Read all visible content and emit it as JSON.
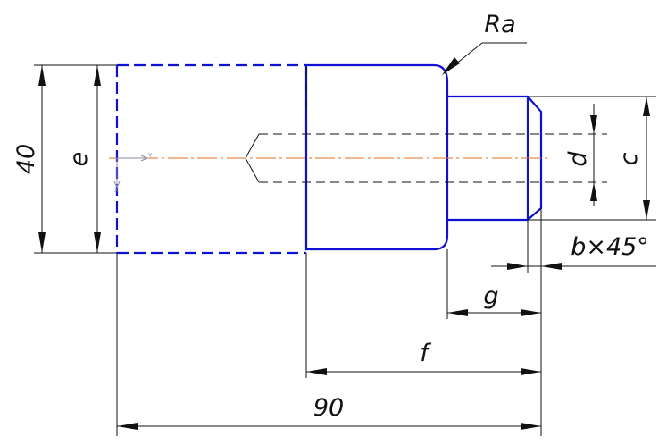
{
  "labels": {
    "dim_40": "40",
    "dim_e": "e",
    "dim_d": "d",
    "dim_c": "c",
    "dim_g": "g",
    "dim_f": "f",
    "dim_90": "90",
    "chamfer": "b×45°",
    "roughness": "Ra"
  },
  "ucs": {
    "x_axis": "X",
    "y_axis": "Y"
  },
  "colors": {
    "outline": "#1010d0",
    "centerline": "#e07020",
    "dimension": "#111111",
    "hidden": "#111111",
    "background": "#ffffff"
  }
}
